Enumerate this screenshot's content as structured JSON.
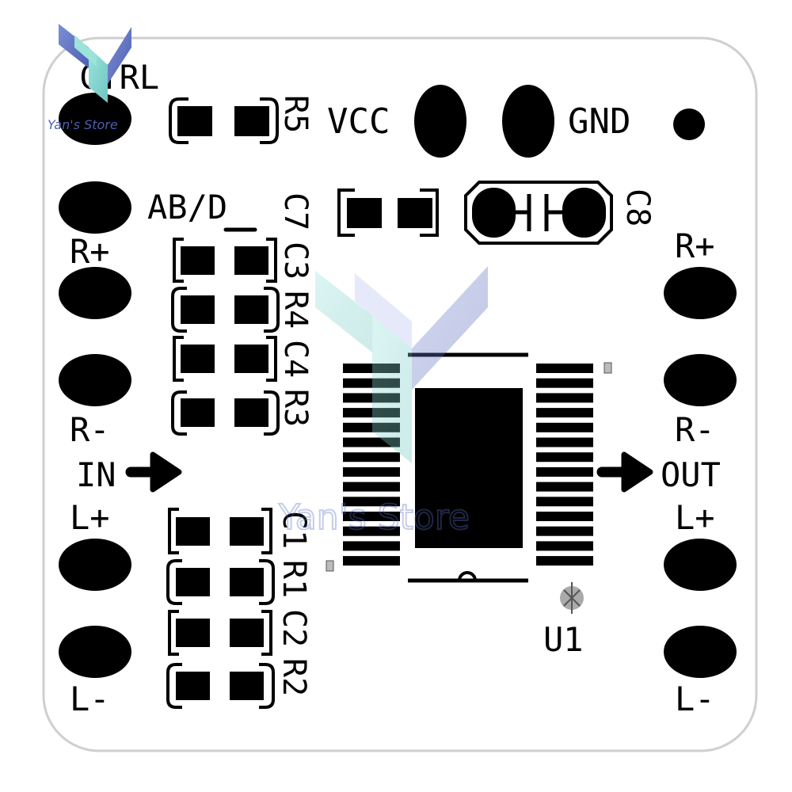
{
  "watermark": {
    "store_name": "Yan's Store",
    "logo_color_left": "#7fd6cf",
    "logo_color_right": "#5b6fc2"
  },
  "labels": {
    "ctrl": "CTRL",
    "vcc": "VCC",
    "gnd": "GND",
    "ab_d": "AB/D",
    "in": "IN",
    "out": "OUT",
    "u1": "U1",
    "left_r_plus": "R+",
    "left_r_minus": "R-",
    "left_l_plus": "L+",
    "left_l_minus": "L-",
    "right_r_plus": "R+",
    "right_r_minus": "R-",
    "right_l_plus": "L+",
    "right_l_minus": "L-"
  },
  "components": {
    "r5": "R5",
    "c8": "C8",
    "c7": "C7",
    "c3": "C3",
    "r4": "R4",
    "c4": "C4",
    "r3": "R3",
    "c1": "C1",
    "r1": "R1",
    "c2": "C2",
    "r2": "R2"
  },
  "colors": {
    "board": "#ffffff",
    "copper": "#000000",
    "outline": "#cccccc"
  }
}
